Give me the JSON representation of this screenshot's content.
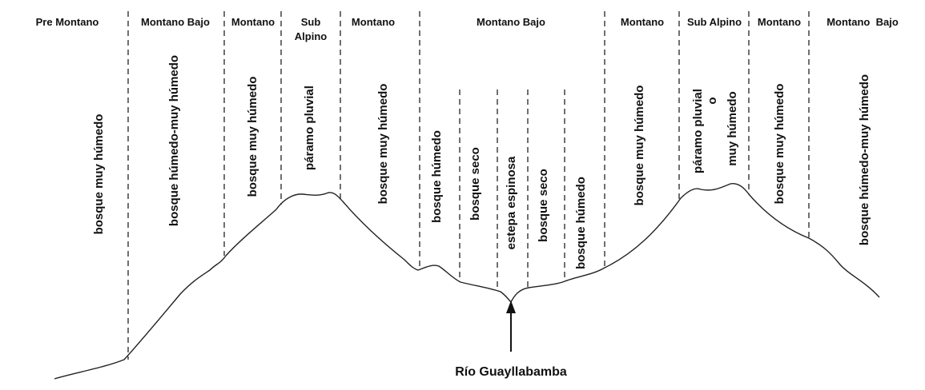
{
  "altitudinal_belts": [
    {
      "id": "pre-montano",
      "label": "Pre Montano"
    },
    {
      "id": "montano-bajo-left",
      "label": "Montano Bajo"
    },
    {
      "id": "montano-left",
      "label": "Montano"
    },
    {
      "id": "sub-alpino-left",
      "label_line1": "Sub",
      "label_line2": "Alpino"
    },
    {
      "id": "montano-center-left",
      "label": "Montano"
    },
    {
      "id": "montano-bajo-center",
      "label": "Montano Bajo"
    },
    {
      "id": "montano-center-right",
      "label": "Montano"
    },
    {
      "id": "sub-alpino-right",
      "label": "Sub Alpino"
    },
    {
      "id": "montano-right",
      "label": "Montano"
    },
    {
      "id": "montano-bajo-right",
      "label": "Montano  Bajo"
    }
  ],
  "life_zones": [
    {
      "id": "z1",
      "label": "bosque muy húmedo"
    },
    {
      "id": "z2",
      "label": "bosque húmedo-muy húmedo"
    },
    {
      "id": "z3",
      "label": "bosque muy húmedo"
    },
    {
      "id": "z4",
      "label": "páramo pluvial"
    },
    {
      "id": "z5",
      "label": "bosque muy húmedo"
    },
    {
      "id": "z6",
      "label": "bosque húmedo"
    },
    {
      "id": "z7",
      "label": "bosque seco"
    },
    {
      "id": "z8",
      "label": "estepa espinosa"
    },
    {
      "id": "z9",
      "label": "bosque seco"
    },
    {
      "id": "z10",
      "label": "bosque húmedo"
    },
    {
      "id": "z11",
      "label": "bosque muy húmedo"
    },
    {
      "id": "z12",
      "label_line1": "páramo pluvial",
      "label_connector": "o",
      "label_line2": "muy húmedo"
    },
    {
      "id": "z13",
      "label": "bosque muy húmedo"
    },
    {
      "id": "z14",
      "label": "bosque húmedo-muy húmedo"
    }
  ],
  "river": {
    "label": "Río Guayllabamba"
  }
}
